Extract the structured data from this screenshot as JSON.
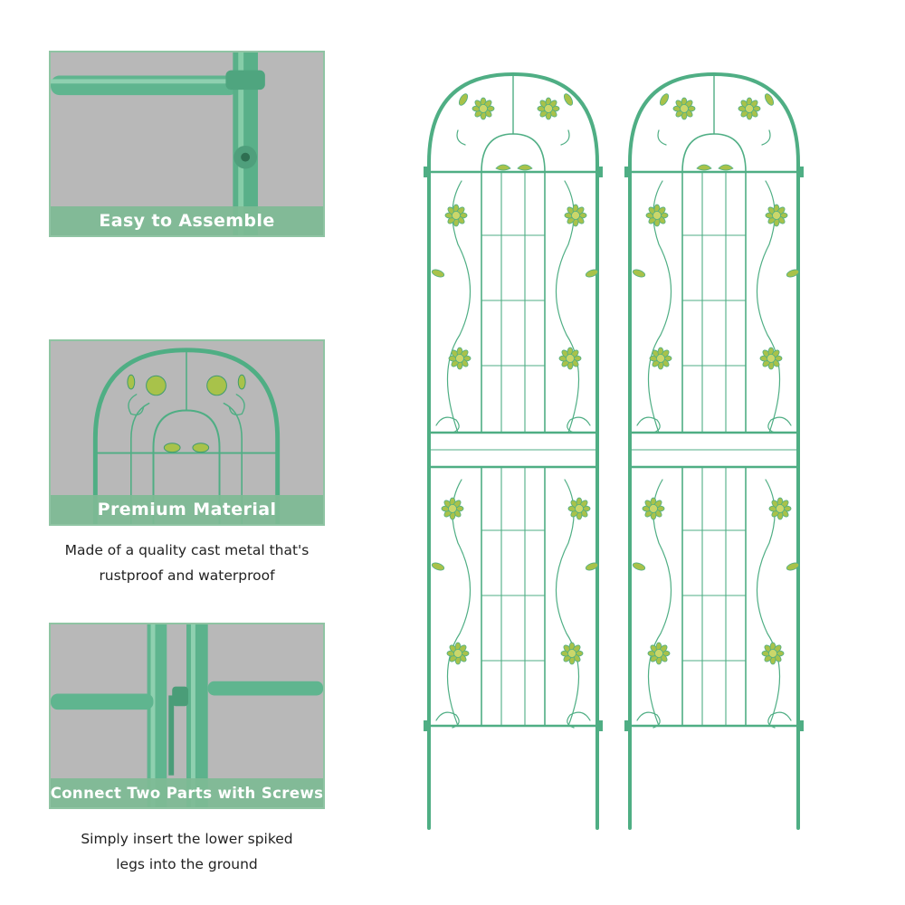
{
  "features": [
    {
      "label": "Easy to Assemble"
    },
    {
      "label": "Premium Material",
      "caption": [
        "Made of a quality cast metal that's",
        "rustproof and waterproof"
      ]
    },
    {
      "label": "Connect Two Parts with Screws",
      "caption": [
        "Simply insert the lower spiked",
        "legs into the ground"
      ]
    }
  ],
  "colors": {
    "metal": "#4fae84",
    "flower": "#a8c24a",
    "label_band": "#7eba94",
    "card_bg": "#b9b9b9"
  }
}
